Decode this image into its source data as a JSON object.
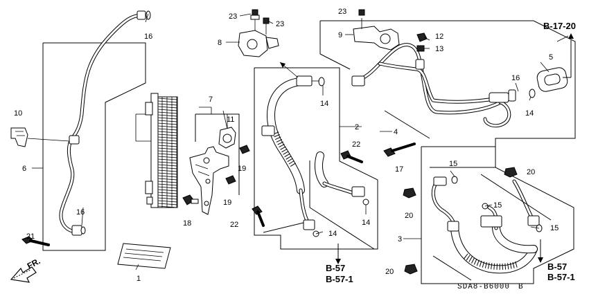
{
  "diagram": {
    "callouts": {
      "c1": "1",
      "c2": "2",
      "c3": "3",
      "c4": "4",
      "c5": "5",
      "c6": "6",
      "c7": "7",
      "c8": "8",
      "c9": "9",
      "c10": "10",
      "c11": "11",
      "c12": "12",
      "c13": "13",
      "c14a": "14",
      "c14b": "14",
      "c14c": "14",
      "c14d": "14",
      "c15a": "15",
      "c15b": "15",
      "c15c": "15",
      "c16a": "16",
      "c16b": "16",
      "c16c": "16",
      "c17": "17",
      "c18": "18",
      "c19a": "19",
      "c19b": "19",
      "c20a": "20",
      "c20b": "20",
      "c20c": "20",
      "c21": "21",
      "c22a": "22",
      "c22b": "22",
      "c23a": "23",
      "c23b": "23",
      "c23c": "23"
    },
    "references": {
      "b17": "B-17-20",
      "b57_left": "B-57",
      "b571_left": "B-57-1",
      "b57_right": "B-57",
      "b571_right": "B-57-1"
    },
    "front_label": "FR.",
    "diagram_code": "SDA8-B6000",
    "diagram_suffix": "B"
  }
}
